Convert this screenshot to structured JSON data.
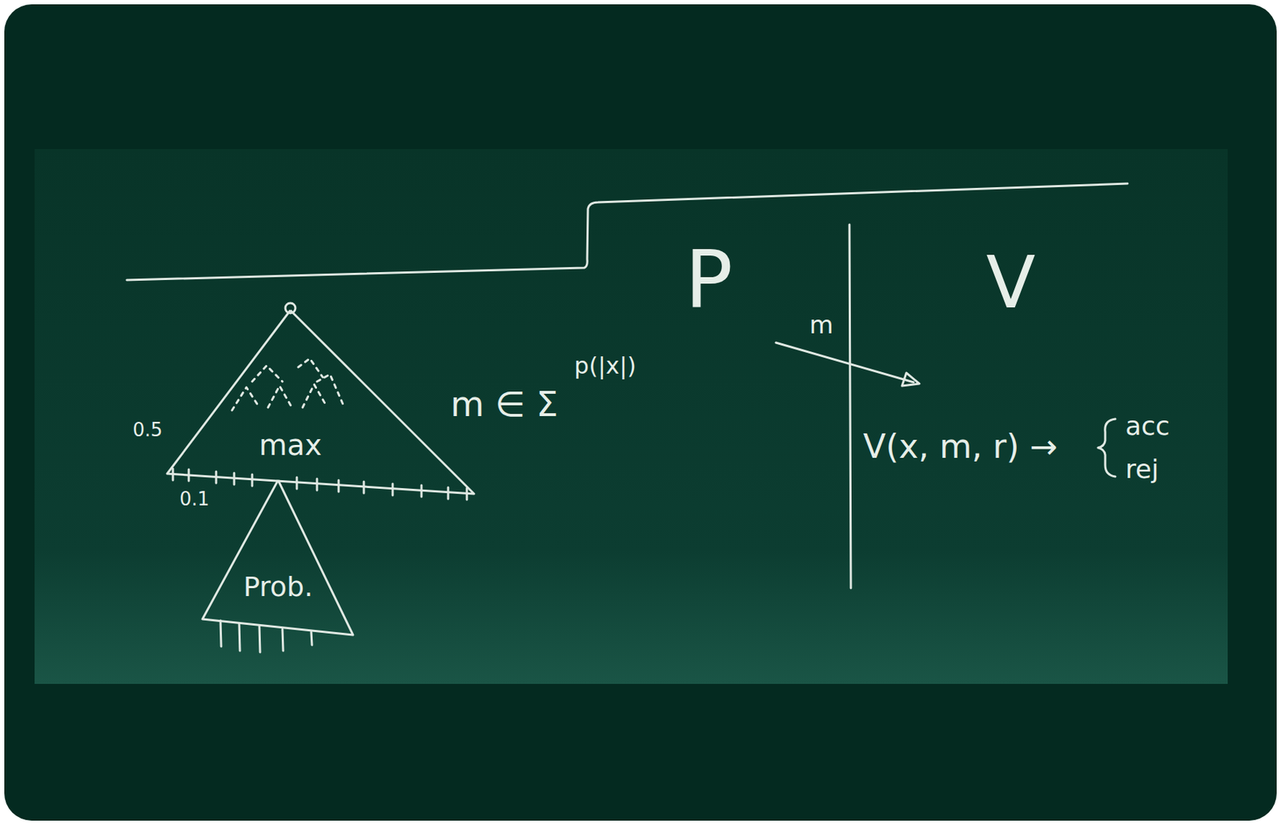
{
  "diagram": {
    "nodes": [
      {
        "text": [
          "max"
        ]
      },
      {
        "text": [
          "Prob."
        ]
      }
    ],
    "labels": [
      "0.5",
      "0.1",
      "m ∈ Σ",
      "p(|x|)",
      "P",
      "V",
      "m",
      "V(x, m, r) →",
      "acc",
      "rej"
    ]
  }
}
